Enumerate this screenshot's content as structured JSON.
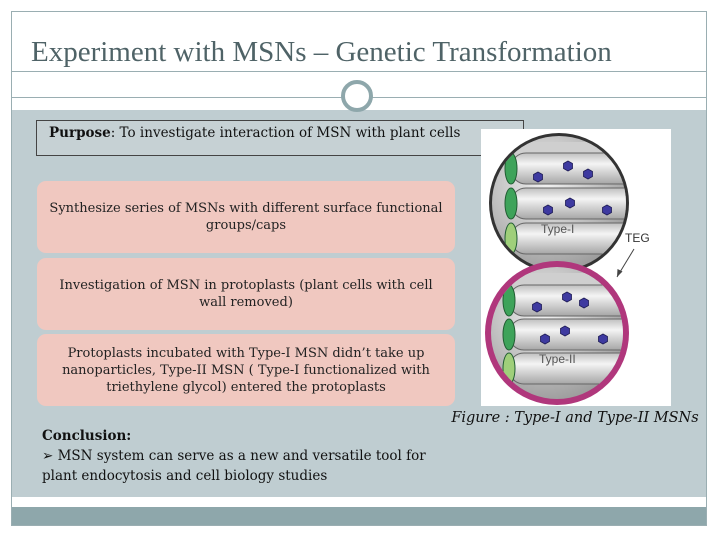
{
  "slide": {
    "title": "Experiment with MSNs – Genetic Transformation",
    "purpose": {
      "label": "Purpose",
      "text": ": To investigate interaction of MSN with plant cells"
    },
    "steps": [
      {
        "text": "Synthesize series of MSNs with different surface functional groups/caps"
      },
      {
        "text": "Investigation of MSN in protoplasts (plant cells with cell wall removed)"
      },
      {
        "text": "Protoplasts incubated with Type-I MSN didn’t take up nanoparticles, Type-II MSN ( Type-I functionalized with triethylene glycol) entered the protoplasts"
      }
    ],
    "conclusion": {
      "heading": "Conclusion:",
      "bullet_icon": "arrowhead-bullet-icon",
      "text": "MSN system can serve as a new and versatile tool for plant endocytosis and cell biology studies"
    },
    "figure": {
      "type_one_label": "Type-I",
      "type_two_label": "Type-II",
      "teg_label": "TEG",
      "caption": "Figure : Type-I and Type-II MSNs"
    },
    "colors": {
      "title": "#4f6367",
      "band": "#bfcdd1",
      "accent_band": "#8ea7ab",
      "step_box": "#f0c8c0",
      "type_two_ring": "#b0377c",
      "particle": "#3e3aa0"
    }
  }
}
